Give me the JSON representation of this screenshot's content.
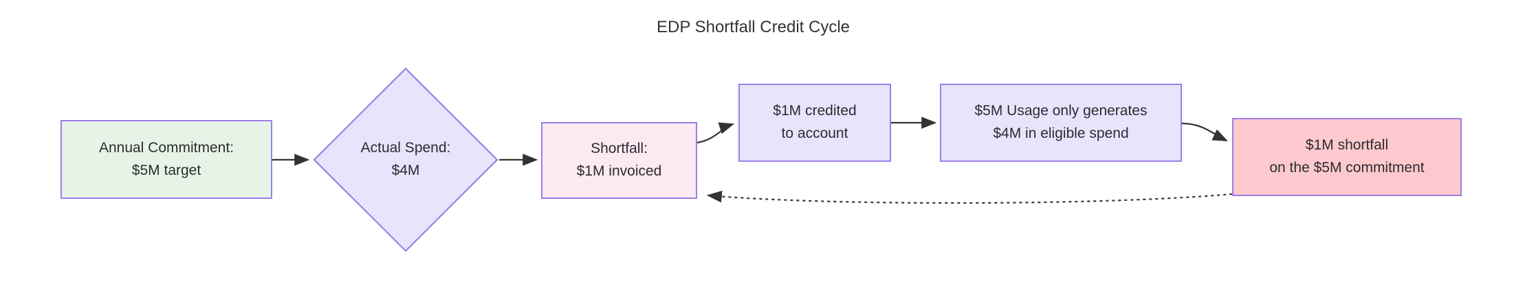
{
  "diagram": {
    "title": "EDP Shortfall Credit Cycle",
    "type": "flowchart",
    "direction": "left-to-right",
    "colors": {
      "node_border": "#9d7de8",
      "fill_green": "#e6f4e7",
      "fill_purple": "#e7e5fc",
      "fill_pink_light": "#fceaf1",
      "fill_pink_dark": "#fdc9ce",
      "edge_stroke": "#333333",
      "text": "#2b2b30",
      "background": "#ffffff"
    },
    "nodes": [
      {
        "id": "annual_commitment",
        "shape": "rectangle",
        "fill": "fill_green",
        "lines": [
          "Annual Commitment:",
          "$5M target"
        ]
      },
      {
        "id": "actual_spend",
        "shape": "diamond",
        "fill": "fill_purple",
        "lines": [
          "Actual Spend:",
          "$4M"
        ]
      },
      {
        "id": "shortfall",
        "shape": "rectangle",
        "fill": "fill_pink_light",
        "lines": [
          "Shortfall:",
          "$1M invoiced"
        ]
      },
      {
        "id": "credited",
        "shape": "rectangle",
        "fill": "fill_purple",
        "lines": [
          "$1M credited",
          "to account"
        ]
      },
      {
        "id": "usage",
        "shape": "rectangle",
        "fill": "fill_purple",
        "lines": [
          "$5M Usage only generates",
          "$4M in eligible spend"
        ]
      },
      {
        "id": "net_shortfall",
        "shape": "rectangle",
        "fill": "fill_pink_dark",
        "lines": [
          "$1M shortfall",
          "on the $5M commitment"
        ]
      }
    ],
    "edges": [
      {
        "from": "annual_commitment",
        "to": "actual_spend",
        "style": "solid",
        "label": ""
      },
      {
        "from": "actual_spend",
        "to": "shortfall",
        "style": "solid",
        "label": ""
      },
      {
        "from": "shortfall",
        "to": "credited",
        "style": "solid",
        "label": ""
      },
      {
        "from": "credited",
        "to": "usage",
        "style": "solid",
        "label": ""
      },
      {
        "from": "usage",
        "to": "net_shortfall",
        "style": "solid",
        "label": ""
      },
      {
        "from": "net_shortfall",
        "to": "shortfall",
        "style": "dotted",
        "label": ""
      }
    ]
  }
}
